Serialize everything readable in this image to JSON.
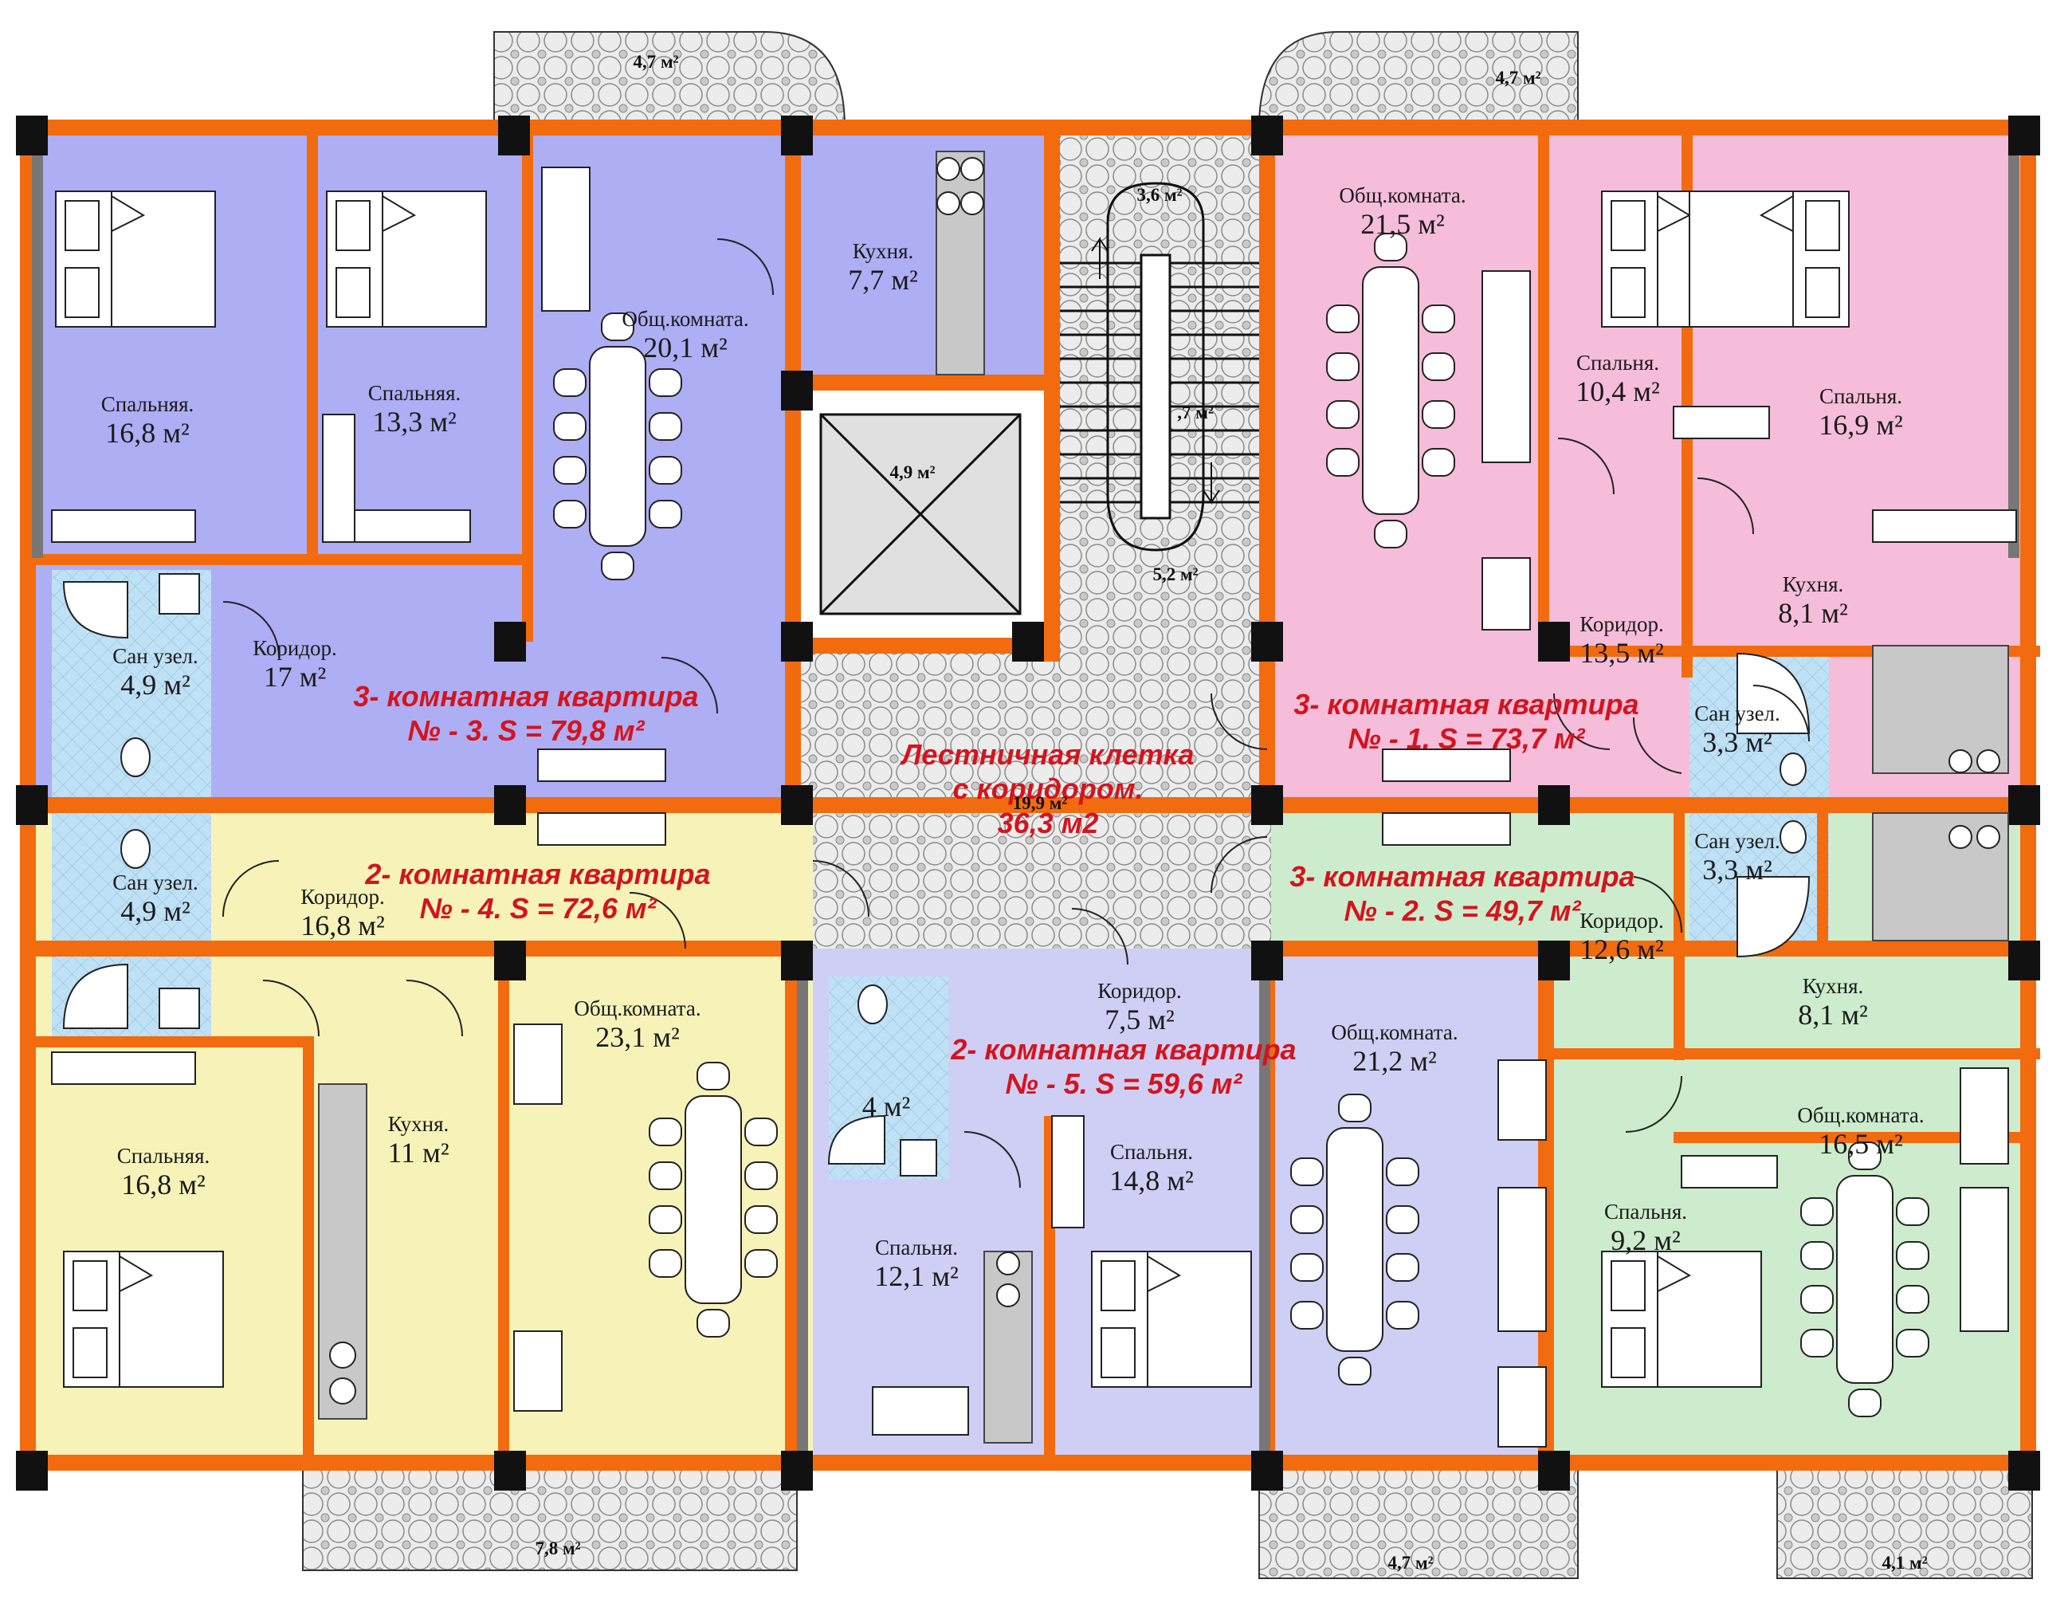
{
  "colors": {
    "wall": "#f26b0f",
    "column": "#111111",
    "apartment_1": "#f6bddb",
    "apartment_2": "#cdeccd",
    "apartment_3": "#aeaef5",
    "apartment_4": "#f7f3b8",
    "apartment_5": "#cfcff5",
    "bathroom": "#bfe1f6",
    "stair_hall": "#e6e6e6",
    "balcony": "#e2e2e2",
    "apartment_label": "#d4141d"
  },
  "apartments": [
    {
      "line1": "3- комнатная квартира",
      "line2": "№ - 1. S = 73,7 м²"
    },
    {
      "line1": "3- комнатная квартира",
      "line2": "№ - 2. S = 49,7 м²"
    },
    {
      "line1": "3- комнатная квартира",
      "line2": "№ - 3. S = 79,8 м²"
    },
    {
      "line1": "2- комнатная квартира",
      "line2": "№ - 4. S = 72,6 м²"
    },
    {
      "line1": "2- комнатная квартира",
      "line2": "№ - 5. S = 59,6 м²"
    }
  ],
  "staircase_label": {
    "line1": "Лестничная клетка",
    "line2": "с коридором.",
    "line3": "36,3 м2"
  },
  "rooms": [
    {
      "name": "Спальняя.",
      "area": "16,8 м²"
    },
    {
      "name": "Спальняя.",
      "area": "13,3 м²"
    },
    {
      "name": "Общ.комната.",
      "area": "20,1 м²"
    },
    {
      "name": "Кухня.",
      "area": "7,7 м²"
    },
    {
      "name": "Сан узел.",
      "area": "4,9 м²"
    },
    {
      "name": "Коридор.",
      "area": "17 м²"
    },
    {
      "name": "Общ.комната.",
      "area": "21,5 м²"
    },
    {
      "name": "Спальня.",
      "area": "10,4 м²"
    },
    {
      "name": "Спальня.",
      "area": "16,9 м²"
    },
    {
      "name": "Кухня.",
      "area": "8,1 м²"
    },
    {
      "name": "Коридор.",
      "area": "13,5 м²"
    },
    {
      "name": "Сан узел.",
      "area": "3,3 м²"
    },
    {
      "name": "Сан узел.",
      "area": "4,9 м²"
    },
    {
      "name": "Коридор.",
      "area": "16,8 м²"
    },
    {
      "name": "Общ.комната.",
      "area": "23,1 м²"
    },
    {
      "name": "Спальняя.",
      "area": "16,8 м²"
    },
    {
      "name": "Кухня.",
      "area": "11 м²"
    },
    {
      "name": "Коридор.",
      "area": "7,5 м²"
    },
    {
      "name": "Общ.комната.",
      "area": "21,2 м²"
    },
    {
      "name": "Спальня.",
      "area": "14,8 м²"
    },
    {
      "name": "Спальня.",
      "area": "12,1 м²"
    },
    {
      "name": "",
      "area": "4 м²"
    },
    {
      "name": "Сан узел.",
      "area": "3,3 м²"
    },
    {
      "name": "Коридор.",
      "area": "12,6 м²"
    },
    {
      "name": "Кухня.",
      "area": "8,1 м²"
    },
    {
      "name": "Общ.комната.",
      "area": "16,5 м²"
    },
    {
      "name": "Спальня.",
      "area": "9,2 м²"
    }
  ],
  "small_labels": [
    "4,7 м²",
    "4,7 м²",
    "3,6 м²",
    "4,9 м²",
    ",7 м²",
    "5,2 м²",
    "19,9 м²",
    "7,8 м²",
    "4,7 м²",
    "4,1 м²"
  ]
}
